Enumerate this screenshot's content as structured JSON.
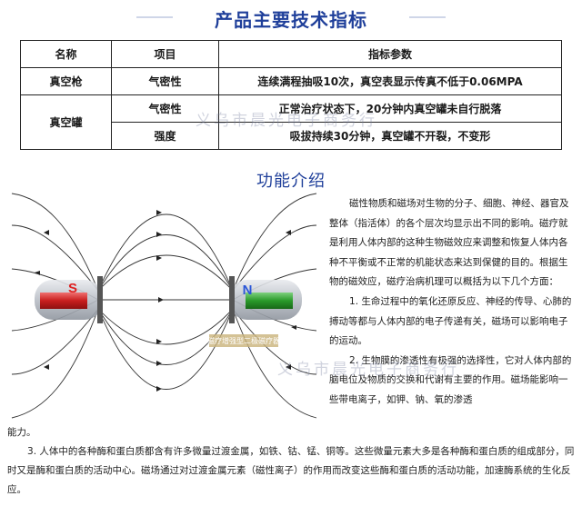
{
  "header": {
    "title": "产品主要技术指标"
  },
  "spec_table": {
    "headers": [
      "名称",
      "项目",
      "指标参数"
    ],
    "rows": [
      {
        "name": "真空枪",
        "item": "气密性",
        "value": "连续满程抽吸10次，真空表显示传真不低于0.06MPA"
      },
      {
        "name": "真空罐",
        "item": "气密性",
        "value": "正常治疗状态下，20分钟内真空罐未自行脱落"
      },
      {
        "item": "强度",
        "value": "吸拔持续30分钟，真空罐不开裂，不变形"
      }
    ]
  },
  "section": {
    "title": "功能介绍"
  },
  "diagram": {
    "pole_s": "S",
    "pole_n": "N",
    "label": "磁疗增强型二极磁疗器",
    "colors": {
      "pole_label": "#e02020",
      "pole_n_label": "#2a56d8",
      "field_line": "#333333"
    }
  },
  "description": {
    "intro": "磁性物质和磁场对生物的分子、细胞、神经、器官及整体（指活体）的各个层次均显示出不同的影响。磁疗就是利用人体内部的这种生物磁效应来调整和恢复人体内各种不平衡或不正常的机能状态来达到保健的目的。根据生物的磁效应，磁疗治病机理可以概括为以下几个方面：",
    "point1": "1. 生命过程中的氧化还原反应、神经的传导、心肺的搏动等都与人体内部的电子传递有关，磁场可以影响电子的运动。",
    "point2_a": "2. 生物膜的渗透性有极强的选择性，它对人体内部的脑电位及物质的交换和代谢有主要的作用。磁场能影响一些带电离子，如钾、钠、氧的渗透",
    "point2_b": "能力。",
    "point3": "3. 人体中的各种酶和蛋白质都含有许多微量过渡金属，如铁、钴、锰、铜等。这些微量元素大多是各种酶和蛋白质的组成部分，同时又是酶和蛋白质的活动中心。磁场通过对过渡金属元素（磁性离子）的作用而改变这些酶和蛋白质的活动功能，加速酶系统的生化反应。"
  },
  "watermark": {
    "text": "义乌市晨光电子商务行"
  }
}
